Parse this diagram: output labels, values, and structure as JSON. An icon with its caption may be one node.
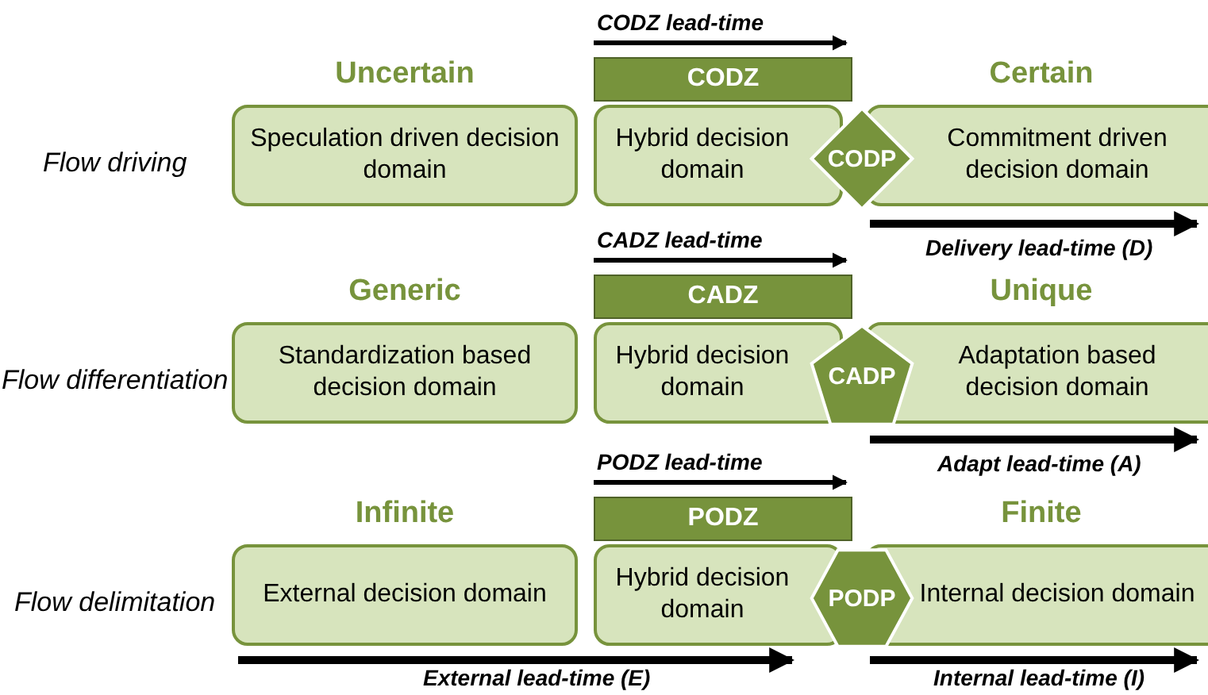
{
  "diagram": {
    "nodes": [
      {
        "text": [
          "Uncertain",
          "Speculation driven decision domain"
        ]
      },
      {
        "text": [
          "CODZ"
        ]
      },
      {
        "text": [
          "Hybrid decision domain"
        ]
      },
      {
        "text": [
          "CODP"
        ]
      },
      {
        "text": [
          "Certain",
          "Commitment driven decision domain"
        ]
      },
      {
        "text": [
          "Generic",
          "Standardization based decision domain"
        ]
      },
      {
        "text": [
          "CADZ"
        ]
      },
      {
        "text": [
          "Hybrid decision domain"
        ]
      },
      {
        "text": [
          "CADP"
        ]
      },
      {
        "text": [
          "Unique",
          "Adaptation based decision domain"
        ]
      },
      {
        "text": [
          "Infinite",
          "External decision domain"
        ]
      },
      {
        "text": [
          "PODZ"
        ]
      },
      {
        "text": [
          "Hybrid decision domain"
        ]
      },
      {
        "text": [
          "PODP"
        ]
      },
      {
        "text": [
          "Finite",
          "Internal decision domain"
        ]
      }
    ],
    "labels": [
      "Flow driving",
      "CODZ lead-time",
      "Delivery lead-time (D)",
      "Flow differentiation",
      "CADZ lead-time",
      "Adapt lead-time (A)",
      "Flow delimitation",
      "PODZ lead-time",
      "External lead-time (E)",
      "Internal lead-time (I)"
    ]
  }
}
